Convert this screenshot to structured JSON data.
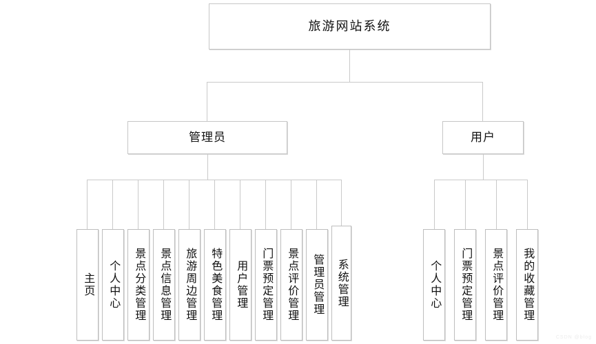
{
  "diagram": {
    "type": "organizational-tree",
    "title": "旅游网站系统",
    "watermark": "CSDN @blog",
    "colors": {
      "background": "#ffffff",
      "box_border": "#c6c6c6",
      "line": "#c9c9c9",
      "text": "#111111"
    },
    "root": {
      "label": "旅游网站系统"
    },
    "branches": [
      {
        "id": "admin",
        "label": "管理员",
        "leaves": [
          {
            "label": "主页"
          },
          {
            "label": "个人中心"
          },
          {
            "label": "景点分类管理"
          },
          {
            "label": "景点信息管理"
          },
          {
            "label": "旅游周边管理"
          },
          {
            "label": "特色美食管理"
          },
          {
            "label": "用户管理"
          },
          {
            "label": "门票预定管理"
          },
          {
            "label": "景点评价管理"
          },
          {
            "label": "管理员管理"
          },
          {
            "label": "系统管理"
          }
        ]
      },
      {
        "id": "user",
        "label": "用户",
        "leaves": [
          {
            "label": "个人中心"
          },
          {
            "label": "门票预定管理"
          },
          {
            "label": "景点评价管理"
          },
          {
            "label": "我的收藏管理"
          }
        ]
      }
    ]
  }
}
